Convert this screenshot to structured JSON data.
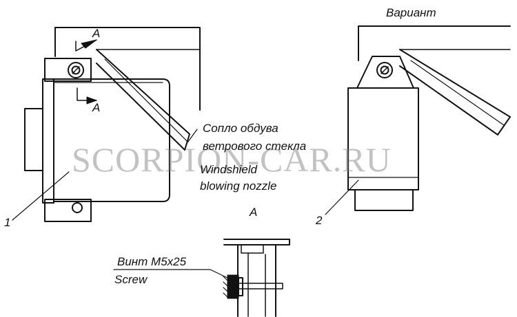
{
  "labels": {
    "variant": "Вариант",
    "section_a_top": "A",
    "section_a_bottom": "A",
    "section_a_detail": "A",
    "nozzle_ru_line1": "Сопло обдува",
    "nozzle_ru_line2": "ветрового стекла",
    "nozzle_en_line1": "Windshield",
    "nozzle_en_line2": "blowing nozzle",
    "item_1": "1",
    "item_2": "2",
    "screw_ru": "Винт M5x25",
    "screw_en": "Screw"
  },
  "watermark": "SCORPION-CAR.RU",
  "colors": {
    "line": "#111111",
    "background": "#ffffff",
    "watermark": "#8c8c8c"
  }
}
